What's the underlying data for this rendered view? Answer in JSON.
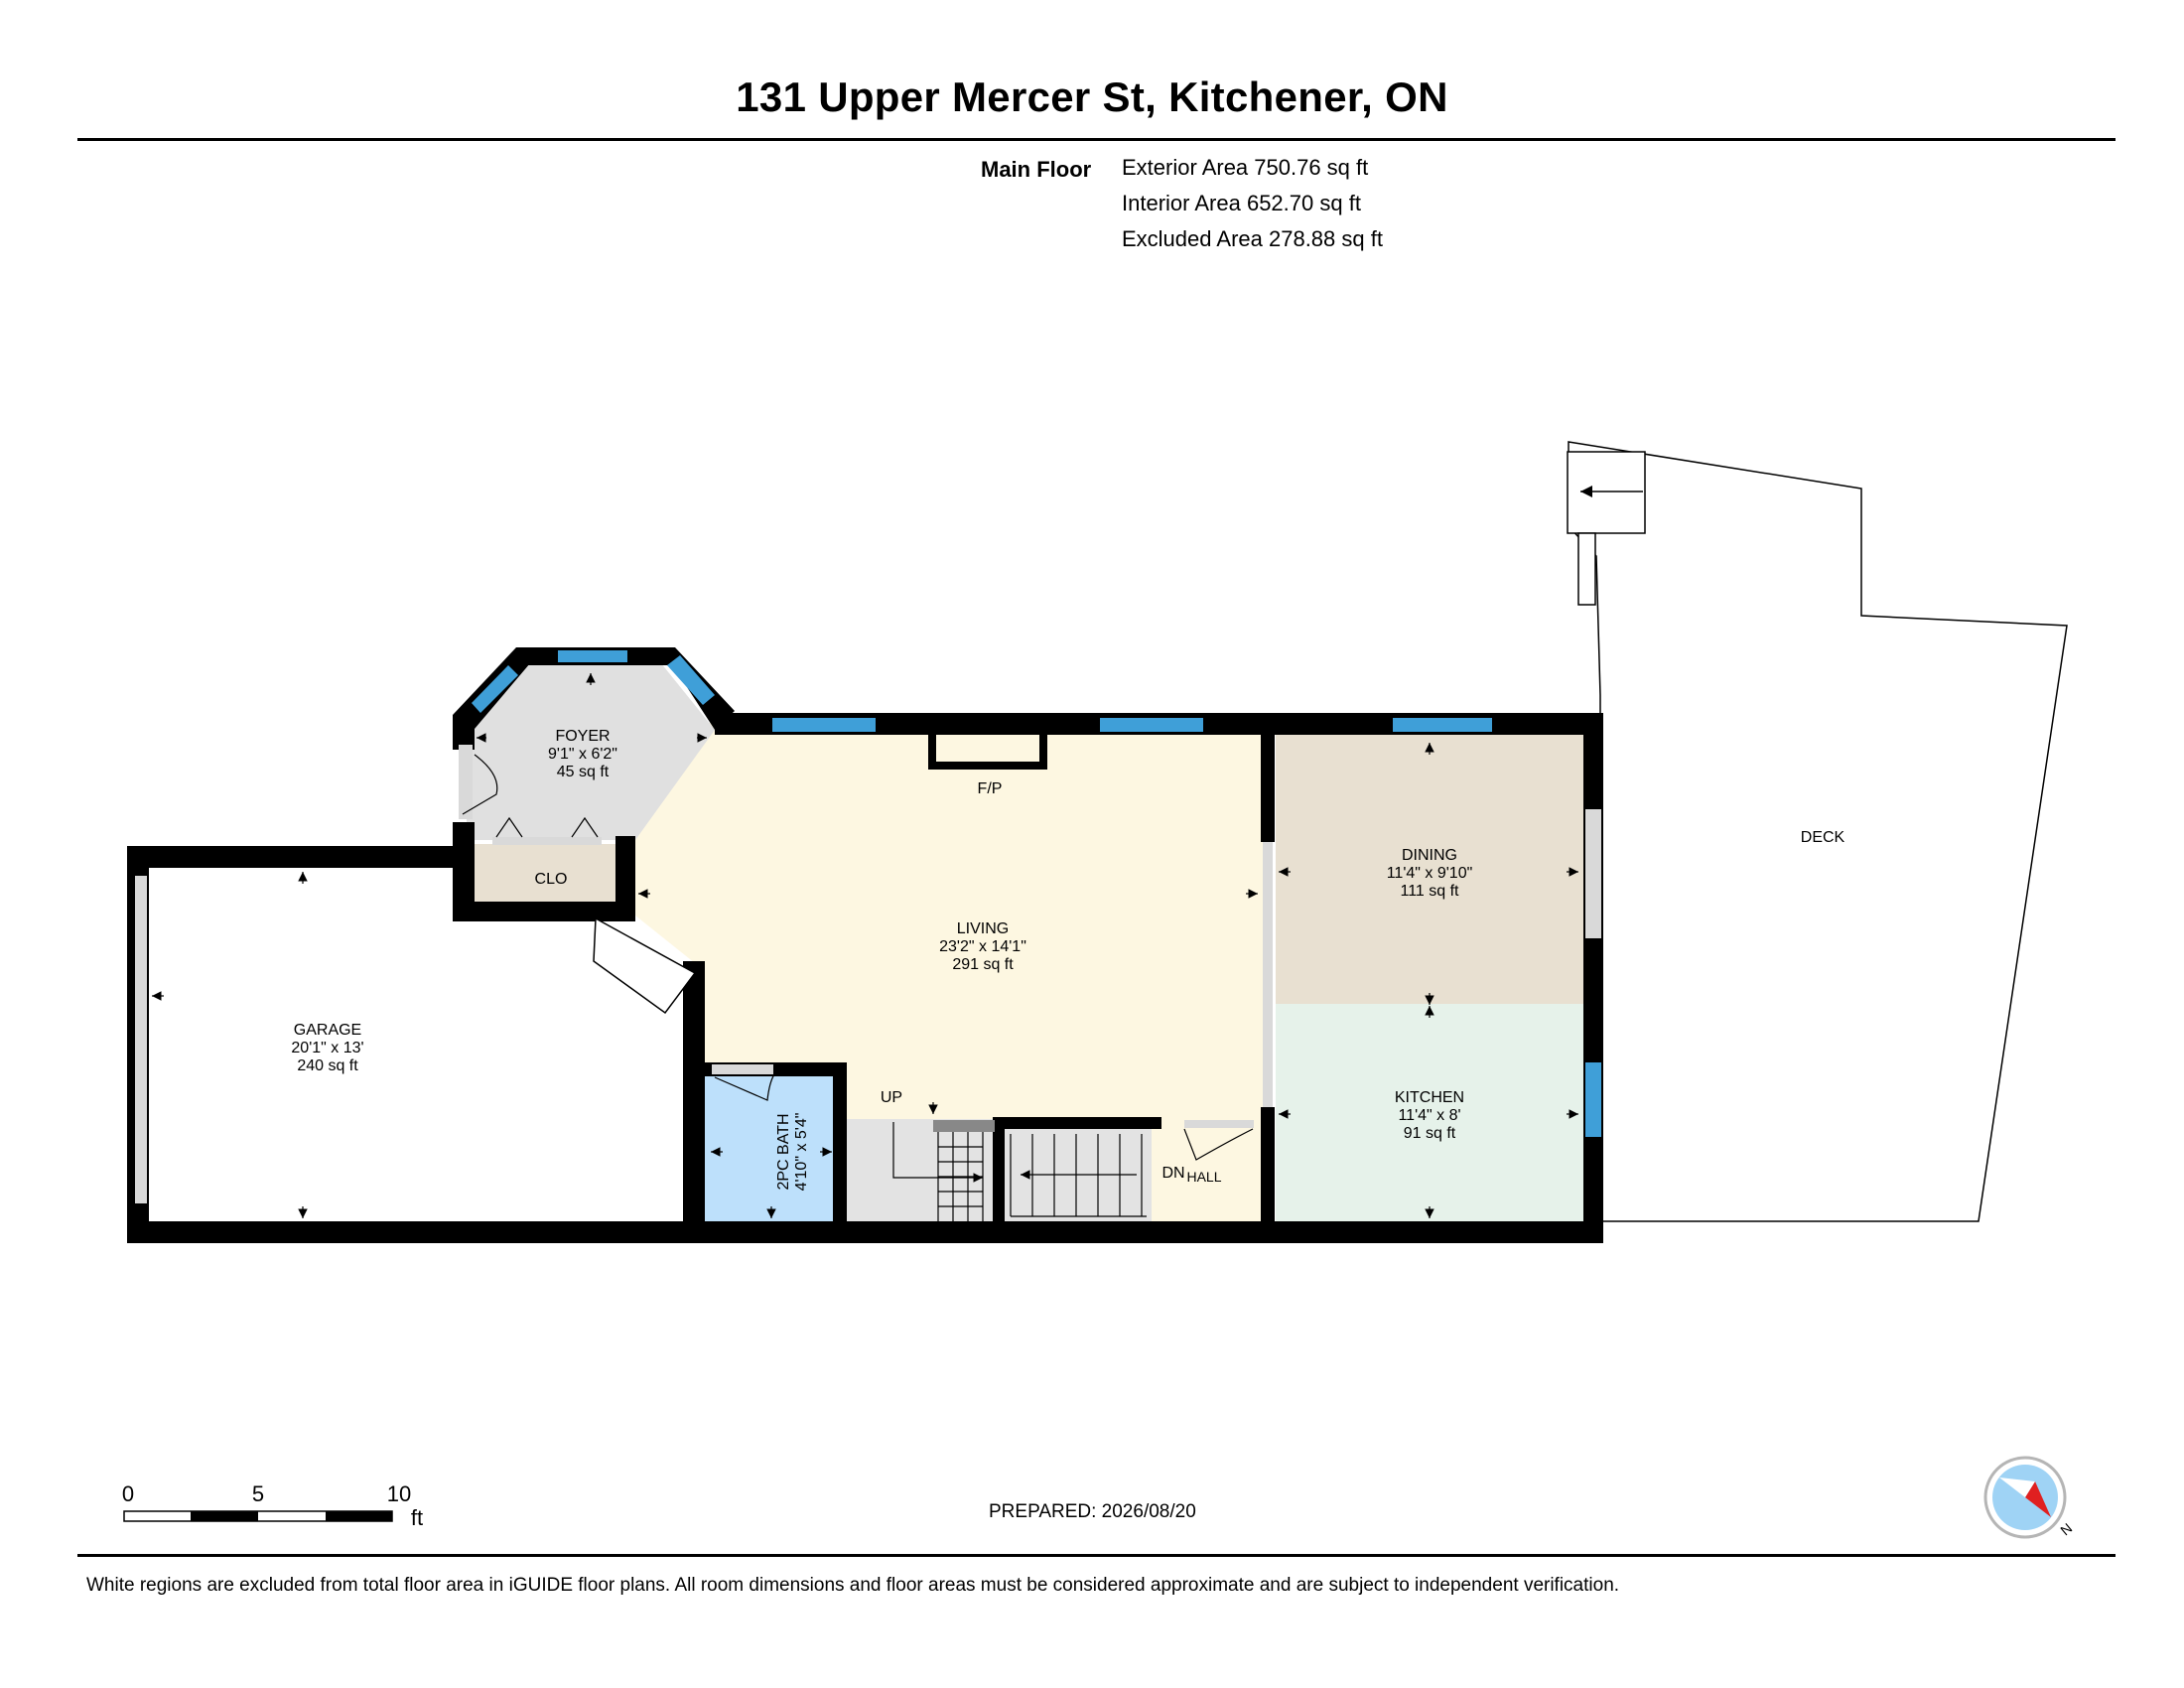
{
  "title": "131 Upper Mercer St, Kitchener, ON",
  "summary": {
    "floor": "Main Floor",
    "exterior": "Exterior Area 750.76 sq ft",
    "interior": "Interior Area 652.70 sq ft",
    "excluded": "Excluded Area 278.88 sq ft"
  },
  "rooms": {
    "foyer": {
      "name": "FOYER",
      "dims": "9'1\" x 6'2\"",
      "area": "45 sq ft"
    },
    "clo": {
      "name": "CLO"
    },
    "garage": {
      "name": "GARAGE",
      "dims": "20'1\" x 13'",
      "area": "240 sq ft"
    },
    "living": {
      "name": "LIVING",
      "dims": "23'2\" x 14'1\"",
      "area": "291 sq ft"
    },
    "dining": {
      "name": "DINING",
      "dims": "11'4\" x 9'10\"",
      "area": "111 sq ft"
    },
    "kitchen": {
      "name": "KITCHEN",
      "dims": "11'4\" x 8'",
      "area": "91 sq ft"
    },
    "bath": {
      "name": "2PC BATH",
      "dims": "4'10\" x 5'4\""
    },
    "hall": {
      "name": "HALL"
    },
    "deck": {
      "name": "DECK"
    }
  },
  "labels": {
    "fireplace": "F/P",
    "up": "UP",
    "down": "DN"
  },
  "scale": {
    "t0": "0",
    "t5": "5",
    "t10": "10",
    "unit": "ft"
  },
  "compass": {
    "letter": "N"
  },
  "prepared": "PREPARED: 2026/08/20",
  "disclaimer": "White regions are excluded from total floor area in iGUIDE floor plans. All room dimensions and floor areas must be considered approximate and are subject to independent verification.",
  "colors": {
    "living": "#fdf7e1",
    "foyer": "#e0e0e0",
    "dining": "#e8e0d1",
    "kitchen": "#e6f2ea",
    "bath": "#bde0fb",
    "closet": "#e8e0d1",
    "stairs": "#e3e3e3",
    "window": "#3f9fd8",
    "compass_needle": "#e02020",
    "compass_face": "#9fd3f5"
  }
}
